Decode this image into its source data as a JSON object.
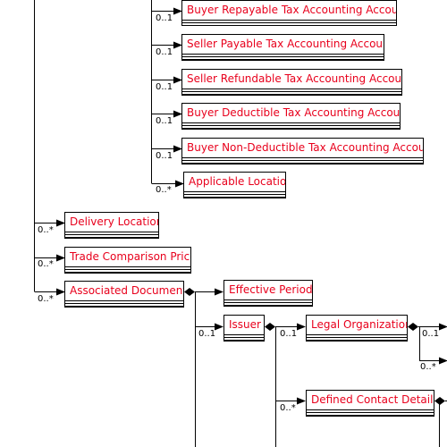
{
  "diagram": {
    "classes": {
      "buyer_repayable": "Buyer Repayable Tax Accounting Account",
      "seller_payable": "Seller Payable Tax Accounting Account",
      "seller_refundable": "Seller Refundable Tax Accounting Account",
      "buyer_deductible": "Buyer Deductible Tax Accounting Account",
      "buyer_non_deductible": "Buyer Non-Deductible Tax Accounting Account",
      "applicable_location": "Applicable Location",
      "delivery_location": "Delivery Location",
      "trade_comparison_price": "Trade Comparison Price",
      "associated_document": "Associated Document",
      "effective_period": "Effective Period",
      "issuer": "Issuer",
      "legal_organization": "Legal Organization",
      "defined_contact_details": "Defined Contact Details"
    },
    "multiplicities": {
      "buyer_repayable": "0..1",
      "seller_payable": "0..1",
      "seller_refundable": "0..1",
      "buyer_deductible": "0..1",
      "buyer_non_deductible": "0..1",
      "applicable_location": "0..*",
      "delivery_location": "0..*",
      "trade_comparison_price": "0..*",
      "associated_document": "0..*",
      "issuer": "0..1",
      "legal_organization": "0..1",
      "defined_contact_details": "0..*",
      "right_upper": "0..1",
      "right_lower": "0..*"
    }
  }
}
